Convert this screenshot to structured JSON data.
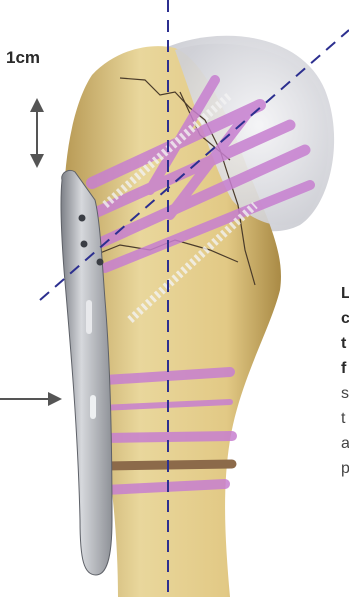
{
  "scale_label": "1cm",
  "side_text": {
    "bold_lines": [
      "L",
      "c",
      "t",
      "f"
    ],
    "normal_lines": [
      "s",
      "t",
      "a",
      "p"
    ]
  },
  "colors": {
    "bone": "#e6cf8f",
    "bone_shadow": "#b89a55",
    "head": "#e8e8ea",
    "plate": "#a8abb0",
    "screw": "#c77fd0",
    "guide_line": "#2c2f8f",
    "arrow": "#555555"
  }
}
